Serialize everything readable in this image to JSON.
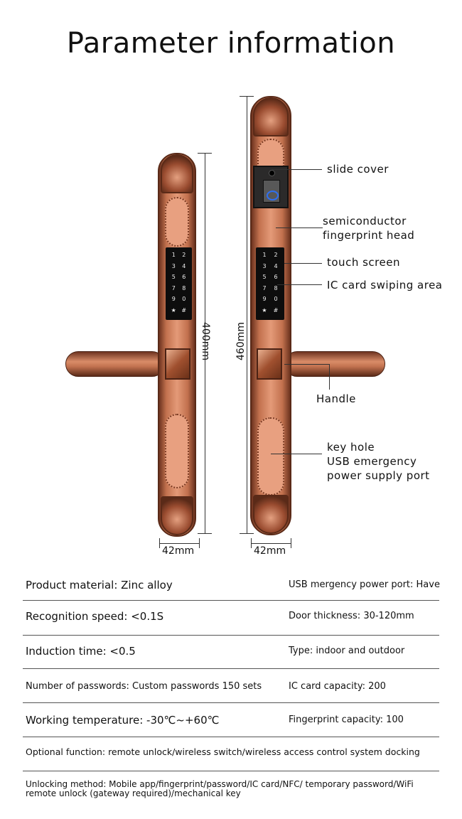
{
  "title": "Parameter information",
  "diagram": {
    "keypad_keys": [
      "1",
      "2",
      "3",
      "4",
      "5",
      "6",
      "7",
      "8",
      "9",
      "0",
      "★",
      "#"
    ],
    "dimensions": {
      "left_height": "400mm",
      "right_height": "460mm",
      "left_width": "42mm",
      "right_width": "42mm"
    },
    "callouts": {
      "slide_cover": "slide cover",
      "fingerprint_line1": "semiconductor",
      "fingerprint_line2": "fingerprint head",
      "touch_screen": "touch screen",
      "ic_card": "IC card swiping area",
      "handle": "Handle",
      "keyhole_line1": "key hole",
      "keyhole_line2": "USB emergency",
      "keyhole_line3": "power supply port"
    }
  },
  "specs": {
    "rows": [
      {
        "left": "Product material: Zinc alloy",
        "right": "USB mergency power port: Have"
      },
      {
        "left": "Recognition speed: <0.1S",
        "right": "Door thickness: 30-120mm"
      },
      {
        "left": "Induction time: <0.5",
        "right": "Type: indoor and outdoor"
      },
      {
        "left": "Number of passwords: Custom passwords 150 sets",
        "right": "IC card capacity: 200"
      },
      {
        "left": "Working temperature: -30℃~+60℃",
        "right": "Fingerprint capacity: 100"
      }
    ],
    "optional_function": "Optional function: remote unlock/wireless switch/wireless access control system docking",
    "unlocking_method_line1": "Unlocking method: Mobile app/fingerprint/password/IC card/NFC/ temporary password/WiFi",
    "unlocking_method_line2": "remote unlock (gateway required)/mechanical key"
  }
}
